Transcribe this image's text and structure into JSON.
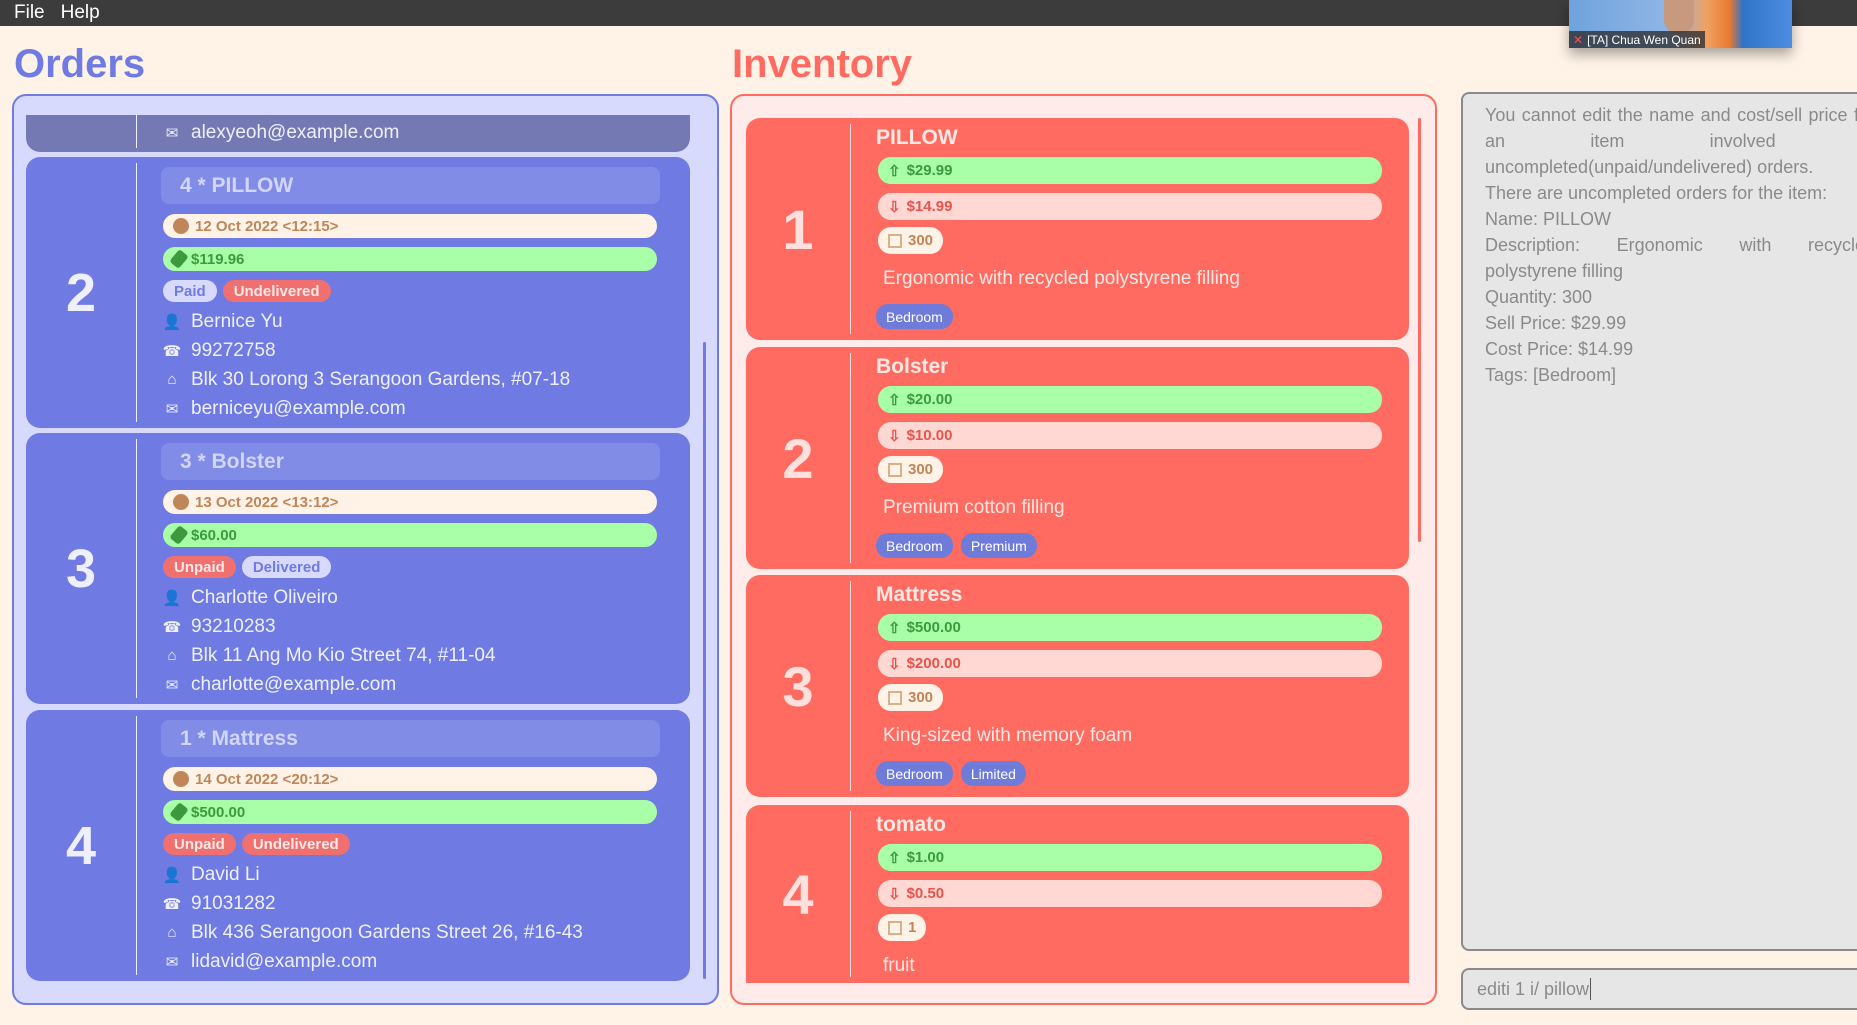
{
  "menu": {
    "file": "File",
    "help": "Help"
  },
  "video": {
    "participant": "[TA] Chua Wen Quan",
    "mic_icon": "mic-off-icon"
  },
  "orders": {
    "title": "Orders",
    "partial_email": "alexyeoh@example.com",
    "items": [
      {
        "index": "2",
        "title": "4 * PILLOW",
        "date": "12 Oct 2022 <12:15>",
        "price": "$119.96",
        "payment": "Paid",
        "payment_ok": true,
        "delivery": "Undelivered",
        "delivery_ok": false,
        "name": "Bernice Yu",
        "phone": "99272758",
        "address": "Blk 30 Lorong 3 Serangoon Gardens, #07-18",
        "email": "berniceyu@example.com"
      },
      {
        "index": "3",
        "title": "3 * Bolster",
        "date": "13 Oct 2022 <13:12>",
        "price": "$60.00",
        "payment": "Unpaid",
        "payment_ok": false,
        "delivery": "Delivered",
        "delivery_ok": true,
        "name": "Charlotte Oliveiro",
        "phone": "93210283",
        "address": "Blk 11 Ang Mo Kio Street 74, #11-04",
        "email": "charlotte@example.com"
      },
      {
        "index": "4",
        "title": "1 * Mattress",
        "date": "14 Oct 2022 <20:12>",
        "price": "$500.00",
        "payment": "Unpaid",
        "payment_ok": false,
        "delivery": "Undelivered",
        "delivery_ok": false,
        "name": "David Li",
        "phone": "91031282",
        "address": "Blk 436 Serangoon Gardens Street 26, #16-43",
        "email": "lidavid@example.com"
      }
    ]
  },
  "inventory": {
    "title": "Inventory",
    "items": [
      {
        "index": "1",
        "name": "PILLOW",
        "sell": "$29.99",
        "cost": "$14.99",
        "qty": "300",
        "desc": "Ergonomic with recycled polystyrene filling",
        "tags": [
          "Bedroom"
        ]
      },
      {
        "index": "2",
        "name": "Bolster",
        "sell": "$20.00",
        "cost": "$10.00",
        "qty": "300",
        "desc": "Premium cotton filling",
        "tags": [
          "Bedroom",
          "Premium"
        ]
      },
      {
        "index": "3",
        "name": "Mattress",
        "sell": "$500.00",
        "cost": "$200.00",
        "qty": "300",
        "desc": "King-sized with memory foam",
        "tags": [
          "Bedroom",
          "Limited"
        ]
      },
      {
        "index": "4",
        "name": "tomato",
        "sell": "$1.00",
        "cost": "$0.50",
        "qty": "1",
        "desc": "fruit",
        "tags": []
      }
    ]
  },
  "result": {
    "lines": [
      "You cannot edit the name and cost/sell price for an item involved in uncompleted(unpaid/undelivered) orders.",
      "There are uncompleted orders for the item:",
      "Name: PILLOW",
      "Description: Ergonomic with recycled polystyrene filling",
      "Quantity: 300",
      "Sell Price: $29.99",
      "Cost Price: $14.99",
      "Tags: [Bedroom]"
    ]
  },
  "command": {
    "value": "editi 1 i/ pillow"
  },
  "colors": {
    "orders_accent": "#6f7be3",
    "inventory_accent": "#ff6b61",
    "green": "#a8ffa8",
    "unpaid": "#f07070"
  }
}
